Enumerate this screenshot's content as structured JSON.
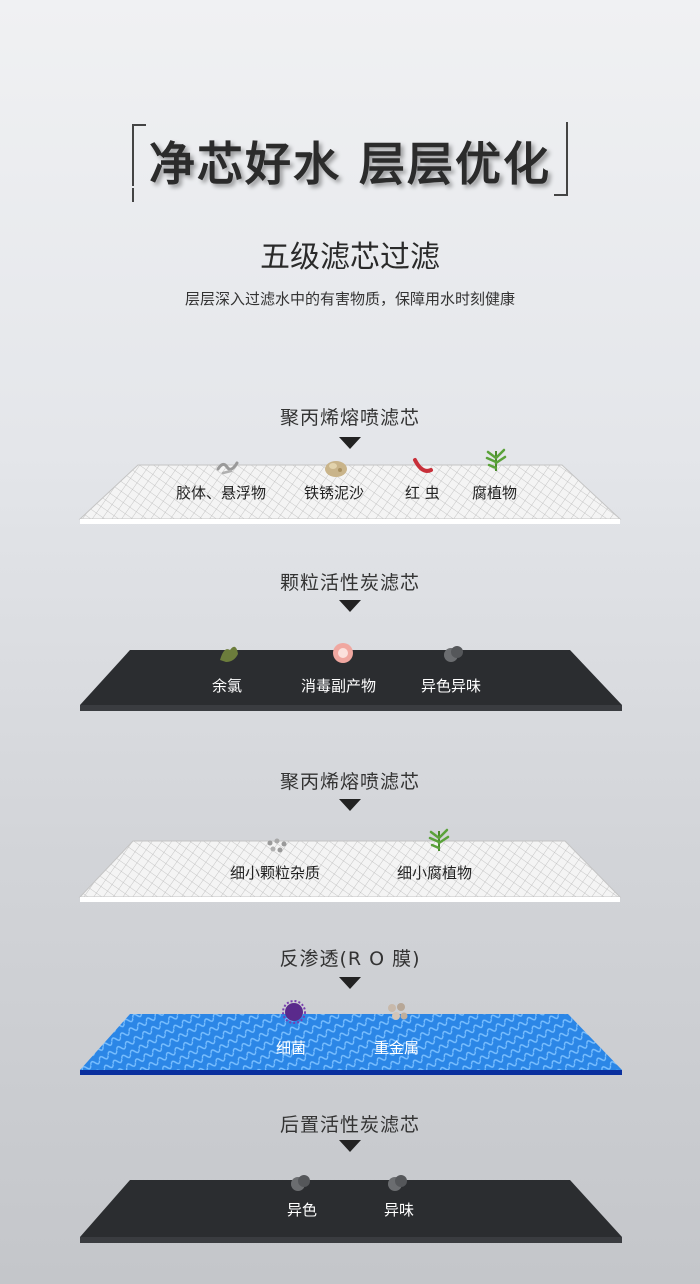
{
  "headline": "净芯好水 层层优化",
  "subtitle": "五级滤芯过滤",
  "description": "层层深入过滤水中的有害物质，保障用水时刻健康",
  "stages": [
    {
      "title": "聚丙烯熔喷滤芯",
      "items": [
        "胶体、悬浮物",
        "铁锈泥沙",
        "红 虫",
        "腐植物"
      ]
    },
    {
      "title": "颗粒活性炭滤芯",
      "items": [
        "余氯",
        "消毒副产物",
        "异色异味"
      ]
    },
    {
      "title": "聚丙烯熔喷滤芯",
      "items": [
        "细小颗粒杂质",
        "细小腐植物"
      ]
    },
    {
      "title": "反渗透(R O 膜)",
      "items": [
        "细菌",
        "重金属"
      ]
    },
    {
      "title": "后置活性炭滤芯",
      "items": [
        "异色",
        "异味"
      ]
    }
  ],
  "colors": {
    "text_dark": "#333333",
    "mesh_light": "#f2f2f2",
    "carbon": "#2a2c2f",
    "ro_blue": "#2b7fe0",
    "ro_edge": "#0a2f9e"
  }
}
